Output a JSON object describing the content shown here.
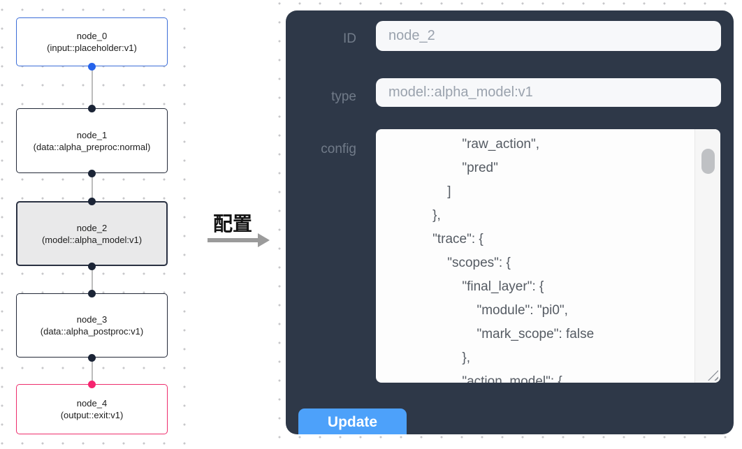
{
  "flow": {
    "nodes": [
      {
        "id": "node_0",
        "type_line": "(input::placeholder:v1)",
        "variant": "input",
        "border_color": "#3b6dd8"
      },
      {
        "id": "node_1",
        "type_line": "(data::alpha_preproc:normal)",
        "variant": "default",
        "border_color": "#232938"
      },
      {
        "id": "node_2",
        "type_line": "(model::alpha_model:v1)",
        "variant": "selected",
        "border_color": "#2a3142"
      },
      {
        "id": "node_3",
        "type_line": "(data::alpha_postproc:v1)",
        "variant": "default",
        "border_color": "#232938"
      },
      {
        "id": "node_4",
        "type_line": "(output::exit:v1)",
        "variant": "output",
        "border_color": "#ee2d6c"
      }
    ],
    "handle_colors": {
      "default": "#1b2436",
      "input": "#2563eb",
      "output": "#f6246f"
    }
  },
  "transition": {
    "label": "配置",
    "arrow_color": "#9b9b9b"
  },
  "panel": {
    "background": "#2e3848",
    "fields": [
      {
        "label": "ID",
        "value": "node_2"
      },
      {
        "label": "type",
        "value": "model::alpha_model:v1"
      }
    ],
    "config": {
      "label": "config",
      "text": "            \"raw_action\",\n            \"pred\"\n        ]\n    },\n    \"trace\": {\n        \"scopes\": {\n            \"final_layer\": {\n                \"module\": \"pi0\",\n                \"mark_scope\": false\n            },\n            \"action_model\": {"
    },
    "update_label": "Update",
    "update_color": "#4da1fa"
  }
}
